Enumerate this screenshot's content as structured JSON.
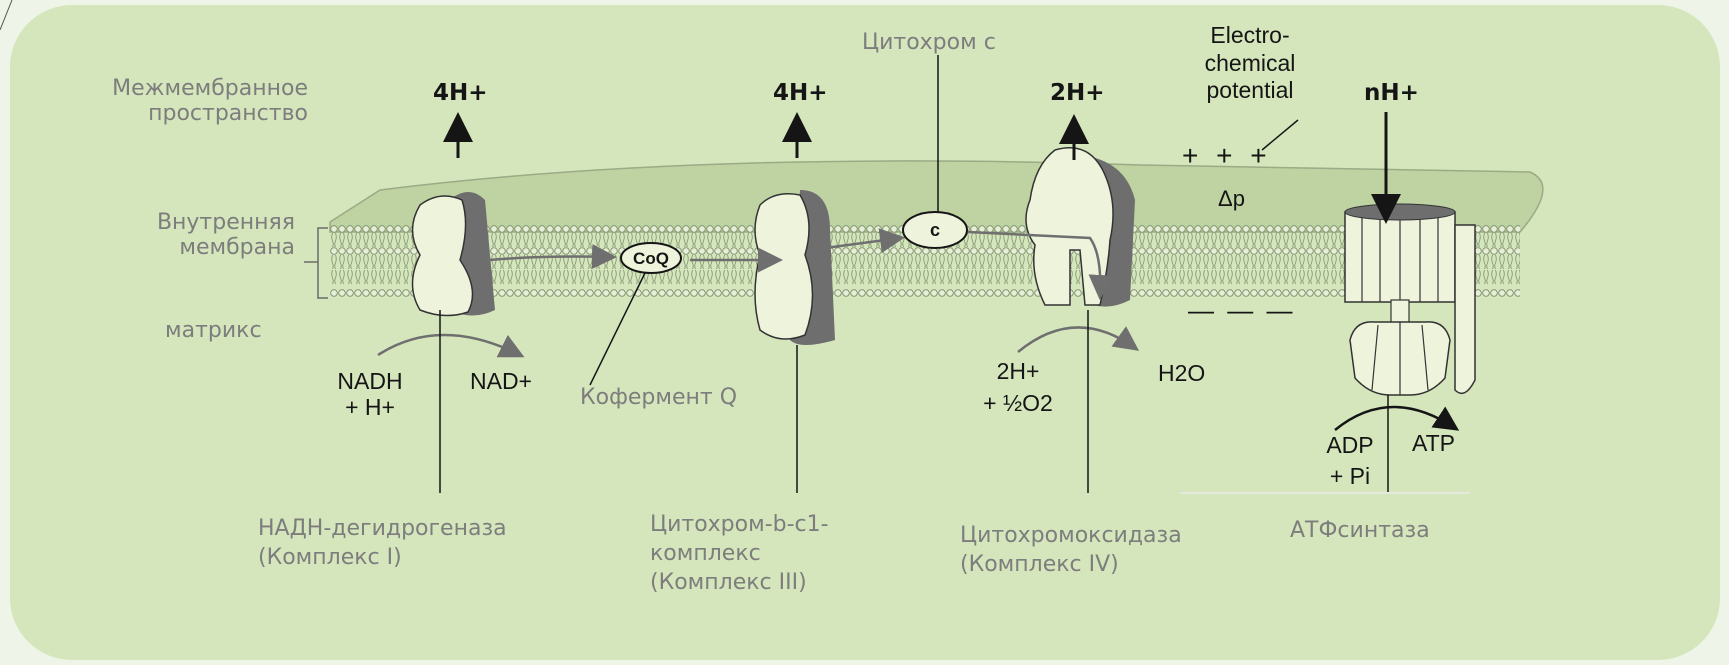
{
  "colors": {
    "panel": "#d5e6bc",
    "membrane": "#bed2a2",
    "protein": "#eef3dc",
    "protein_shadow": "#6e6e6e",
    "gray_text": "#7d7d7d",
    "dark_text": "#151515"
  },
  "regions": {
    "intermembrane": [
      "Межмембранное",
      "пространство"
    ],
    "inner_membrane": [
      "Внутренняя",
      "мембрана"
    ],
    "matrix": "матрикс"
  },
  "protons": {
    "complex1": "4H+",
    "complex3": "4H+",
    "complex4": "2H+",
    "synthase": "nH+"
  },
  "carriers": {
    "cytochrome_c_label": "Цитохром с",
    "cytochrome_c_symbol": "c",
    "coq_symbol": "CoQ",
    "coq_label": "Кофермент Q"
  },
  "potential": {
    "label": [
      "Electro-",
      "chemical",
      "potential"
    ],
    "plus": "+ + +",
    "delta": "Δp",
    "minus": "— — —"
  },
  "reactions": {
    "nadh": [
      "NADH",
      "+ H+"
    ],
    "nad": "NAD+",
    "oxygen": [
      "2H+",
      "+ ½O2"
    ],
    "water": "H2O",
    "adp": [
      "ADP",
      "+ Pi"
    ],
    "atp": "ATP"
  },
  "complexes": {
    "c1": [
      "НАДН-дегидрогеназа",
      "(Комплекс I)"
    ],
    "c3": [
      "Цитохром-b-c1-",
      "комплекс",
      "(Комплекс III)"
    ],
    "c4": [
      "Цитохромоксидаза",
      "(Комплекс IV)"
    ],
    "c5": "АТФсинтаза"
  }
}
